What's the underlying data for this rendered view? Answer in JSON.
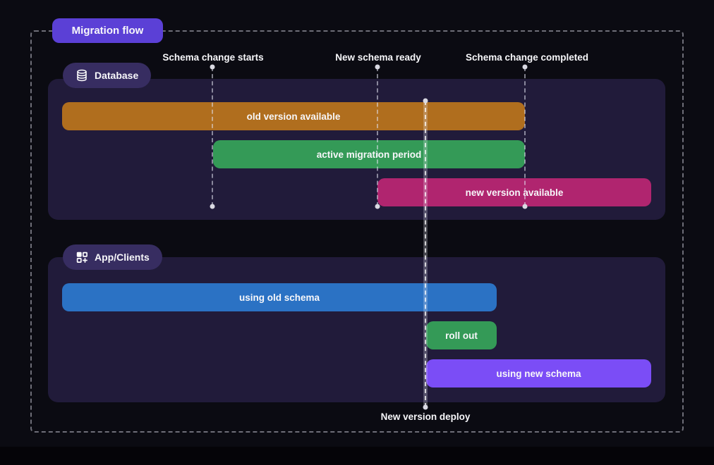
{
  "title": "Migration flow",
  "colors": {
    "accent_purple": "#5b40d6",
    "panel_bg": "#211b3a",
    "badge_bg": "#372d61",
    "bar_orange": "#b06e1e",
    "bar_green": "#349a57",
    "bar_magenta": "#b0256f",
    "bar_blue": "#2b72c4",
    "bar_violet": "#7b4df6"
  },
  "milestones": [
    {
      "label": "Schema change starts"
    },
    {
      "label": "New schema ready"
    },
    {
      "label": "Schema change completed"
    }
  ],
  "deploy_marker": {
    "label": "New version deploy"
  },
  "sections": [
    {
      "label": "Database",
      "icon": "database-icon",
      "bars": [
        {
          "label": "old version available",
          "color": "#b06e1e"
        },
        {
          "label": "active migration period",
          "color": "#349a57"
        },
        {
          "label": "new version available",
          "color": "#b0256f"
        }
      ]
    },
    {
      "label": "App/Clients",
      "icon": "apps-plus-icon",
      "bars": [
        {
          "label": "using old schema",
          "color": "#2b72c4"
        },
        {
          "label": "roll out",
          "color": "#349a57"
        },
        {
          "label": "using new schema",
          "color": "#7b4df6"
        }
      ]
    }
  ]
}
